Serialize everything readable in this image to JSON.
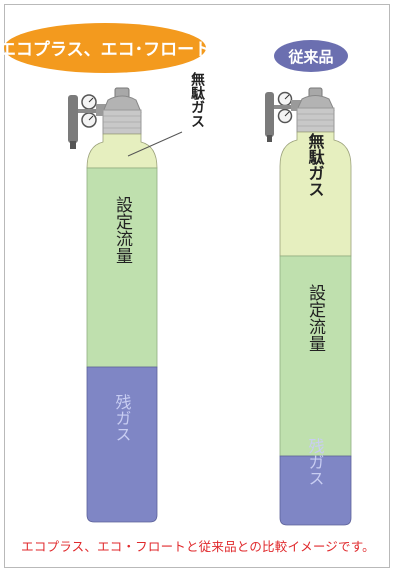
{
  "left_product": {
    "badge_label": "エコプラス、エコ･フロート",
    "waste_gas_label": "無駄ガス",
    "set_flow_label": "設定流量",
    "residual_gas_label": "残ガス"
  },
  "right_product": {
    "badge_label": "従来品",
    "waste_gas_label": "無駄ガス",
    "set_flow_label": "設定流量",
    "residual_gas_label": "残ガス"
  },
  "caption": "エコプラス、エコ・フロートと従来品との比較イメージです。",
  "colors": {
    "badge_orange": "#f39a1e",
    "badge_purple": "#6b6fb0",
    "waste_gas": "#e6efbf",
    "set_flow": "#bfe0ae",
    "residual_gas": "#7f86c5",
    "caption_text": "#e0292c"
  }
}
